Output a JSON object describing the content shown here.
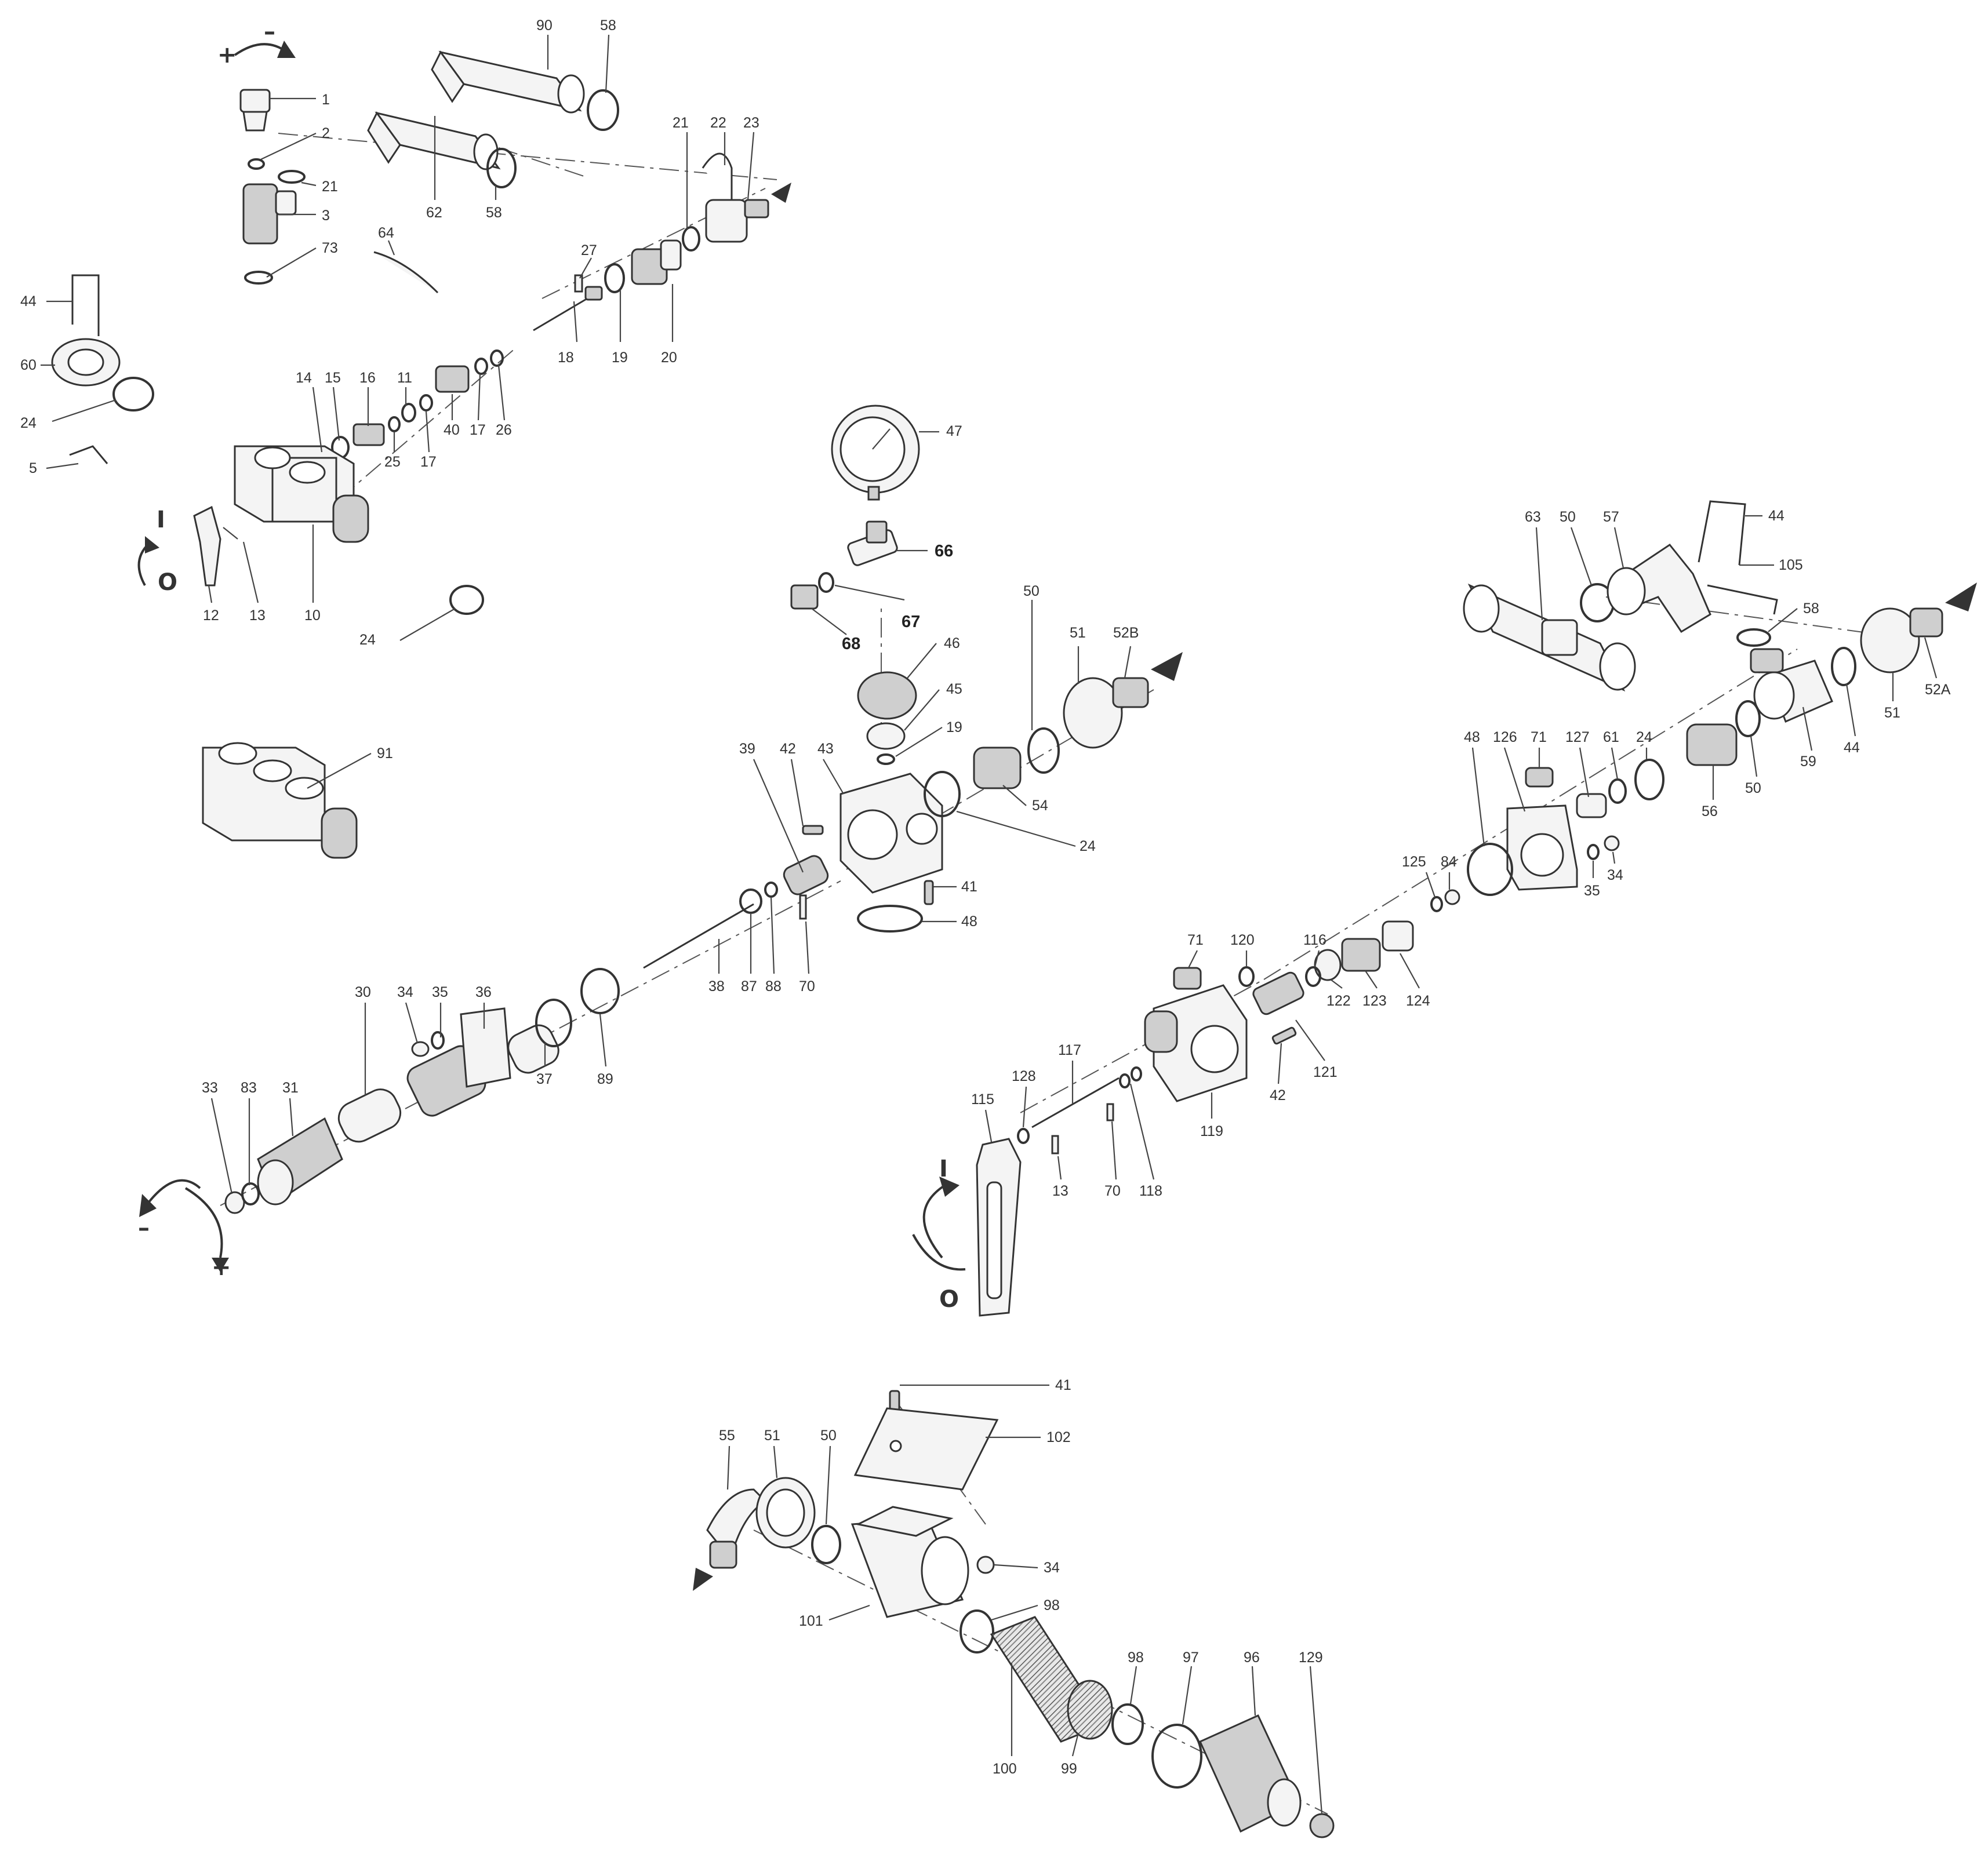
{
  "labels": {
    "n1": "1",
    "n2": "2",
    "n3": "3",
    "n5": "5",
    "n10": "10",
    "n11": "11",
    "n12": "12",
    "n13a": "13",
    "n13b": "13",
    "n14": "14",
    "n15": "15",
    "n16": "16",
    "n17a": "17",
    "n17b": "17",
    "n18": "18",
    "n19a": "19",
    "n19b": "19",
    "n20": "20",
    "n21a": "21",
    "n21b": "21",
    "n22": "22",
    "n23": "23",
    "n24a": "24",
    "n24b": "24",
    "n24c": "24",
    "n24d": "24",
    "n25": "25",
    "n26": "26",
    "n27": "27",
    "n30": "30",
    "n31": "31",
    "n33": "33",
    "n34a": "34",
    "n34b": "34",
    "n34c": "34",
    "n35a": "35",
    "n35b": "35",
    "n36": "36",
    "n37": "37",
    "n38": "38",
    "n39": "39",
    "n40": "40",
    "n41a": "41",
    "n41b": "41",
    "n42a": "42",
    "n42b": "42",
    "n43": "43",
    "n44a": "44",
    "n44b": "44",
    "n44c": "44",
    "n45": "45",
    "n46": "46",
    "n47": "47",
    "n48a": "48",
    "n48b": "48",
    "n50a": "50",
    "n50b": "50",
    "n50c": "50",
    "n50d": "50",
    "n51a": "51",
    "n51b": "51",
    "n51c": "51",
    "n52A": "52A",
    "n52B": "52B",
    "n54": "54",
    "n55": "55",
    "n56": "56",
    "n57": "57",
    "n58a": "58",
    "n58b": "58",
    "n58c": "58",
    "n59": "59",
    "n60": "60",
    "n61": "61",
    "n62": "62",
    "n63": "63",
    "n64": "64",
    "n66": "66",
    "n67": "67",
    "n68": "68",
    "n70a": "70",
    "n70b": "70",
    "n71a": "71",
    "n71b": "71",
    "n73": "73",
    "n83": "83",
    "n84": "84",
    "n87": "87",
    "n88": "88",
    "n89": "89",
    "n90": "90",
    "n91": "91",
    "n96": "96",
    "n97": "97",
    "n98a": "98",
    "n98b": "98",
    "n99": "99",
    "n100": "100",
    "n101": "101",
    "n102": "102",
    "n105": "105",
    "n115": "115",
    "n116": "116",
    "n117": "117",
    "n118": "118",
    "n119": "119",
    "n120": "120",
    "n121": "121",
    "n122": "122",
    "n123": "123",
    "n124": "124",
    "n125": "125",
    "n126": "126",
    "n127": "127",
    "n128": "128",
    "n129": "129"
  },
  "symbols": {
    "plus": "+",
    "minus": "–",
    "open": "I",
    "closed": "O"
  },
  "icons": {
    "flow_arrow": "flow-arrow-icon",
    "rotate_arrow": "rotate-arrow-icon"
  }
}
